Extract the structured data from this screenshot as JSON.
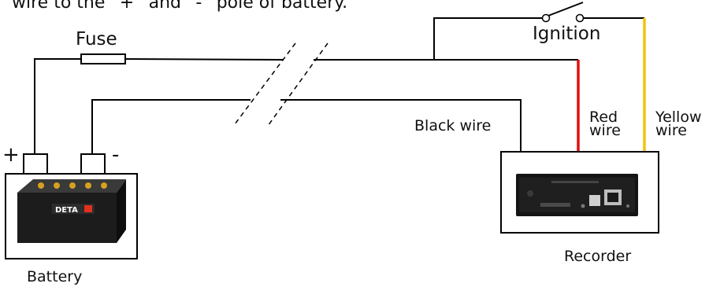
{
  "header_fragment": "wire to the “+” and “-” pole of battery.",
  "labels": {
    "fuse": "Fuse",
    "ignition": "Ignition",
    "red_wire_line1": "Red",
    "red_wire_line2": "wire",
    "yellow_wire_line1": "Yellow",
    "yellow_wire_line2": "wire",
    "black_wire": "Black wire",
    "plus": "+",
    "minus": "-",
    "battery": "Battery",
    "recorder": "Recorder",
    "battery_brand": "DETA"
  },
  "colors": {
    "wire_black": "#000000",
    "wire_red": "#e01010",
    "wire_yellow": "#f2c40f",
    "battery_body": "#1c1c1c",
    "recorder_body": "#141414"
  },
  "icons": {
    "battery": "battery-image",
    "recorder": "recorder-image",
    "fuse": "fuse-icon",
    "switch": "ignition-switch-icon"
  }
}
